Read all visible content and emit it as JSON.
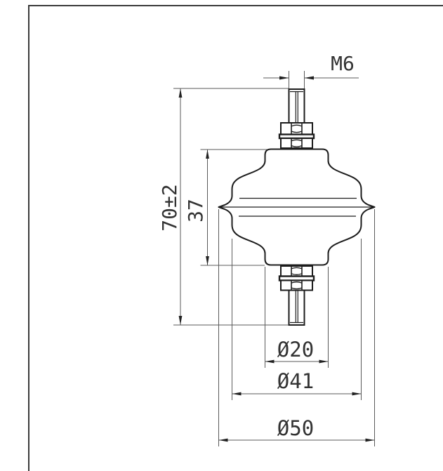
{
  "drawing": {
    "type": "technical dimension drawing (front view, component with threaded stud terminals)",
    "labels": {
      "thread": "M6",
      "overall_height": "70±2",
      "body_height": "37",
      "cap_diameter": "Ø20",
      "body_diameter": "Ø41",
      "rib_diameter": "Ø50"
    },
    "colors": {
      "background": "#ffffff",
      "outline": "#1c1c1c",
      "dimension_line": "#5a5a5a",
      "arrow": "#222222",
      "text": "#333333",
      "frame": "#3a3a3a"
    }
  }
}
